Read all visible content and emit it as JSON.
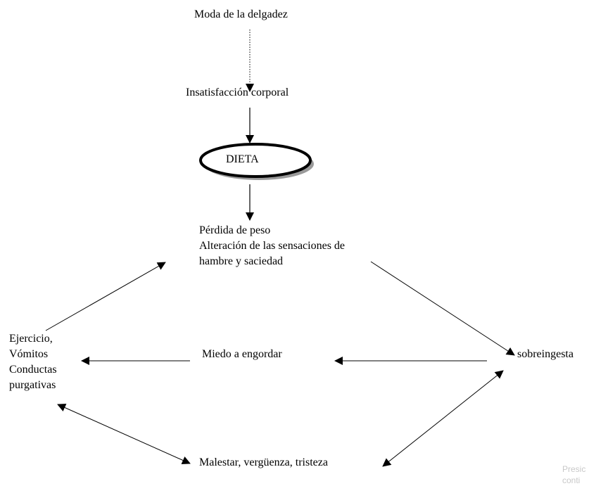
{
  "nodes": {
    "moda": "Moda de la delgadez",
    "insatisfaccion": "Insatisfacción corporal",
    "dieta": "DIETA",
    "perdida_lines": [
      "Pérdida de peso",
      "Alteración de las sensaciones de",
      "hambre y saciedad"
    ],
    "ejercicio_lines": [
      "Ejercicio,",
      "Vómitos",
      "Conductas",
      "purgativas"
    ],
    "miedo": "Miedo a engordar",
    "sobreingesta": "sobreingesta",
    "malestar": "Malestar, vergüenza, tristeza"
  },
  "overlay": {
    "lines": [
      "Presic",
      "conti"
    ]
  }
}
